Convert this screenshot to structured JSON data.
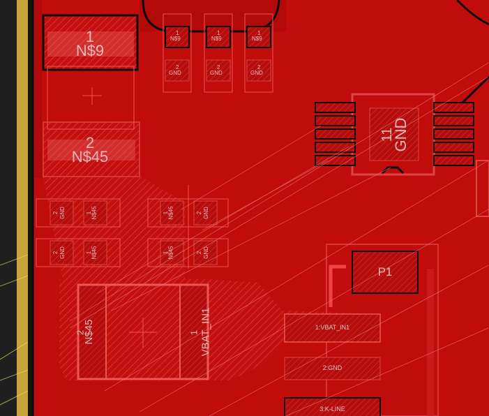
{
  "colors": {
    "background": "#1f1f1f",
    "copper": "#c10c0c",
    "edge_strip": "#c8a43a",
    "outline": "#0d0d0d",
    "trace": "#f05050",
    "airwire": "#e9e85a",
    "label": "#e9b9b9"
  },
  "pads": {
    "big1": {
      "number": "1",
      "net": "N$9"
    },
    "big2": {
      "number": "2",
      "net": "N$45"
    },
    "ic": {
      "number": "11",
      "net": "GND"
    },
    "p1": {
      "name": "P1"
    },
    "conn_pin1": "1:VBAT_IN1",
    "conn_pin2": "2:GND",
    "conn_pin3": "3:K-LINE",
    "vert2": {
      "number": "2",
      "net": "N$45"
    },
    "vert1": {
      "number": "1",
      "net": "VBAT_IN1"
    }
  },
  "smd_small": {
    "top_net_num": "1",
    "top_net": "N$9",
    "top_gnd_num": "2",
    "top_gnd": "GND",
    "mid_gnd_num": "2",
    "mid_gnd": "GND",
    "mid_net_num": "1",
    "mid_net": "N$45"
  }
}
